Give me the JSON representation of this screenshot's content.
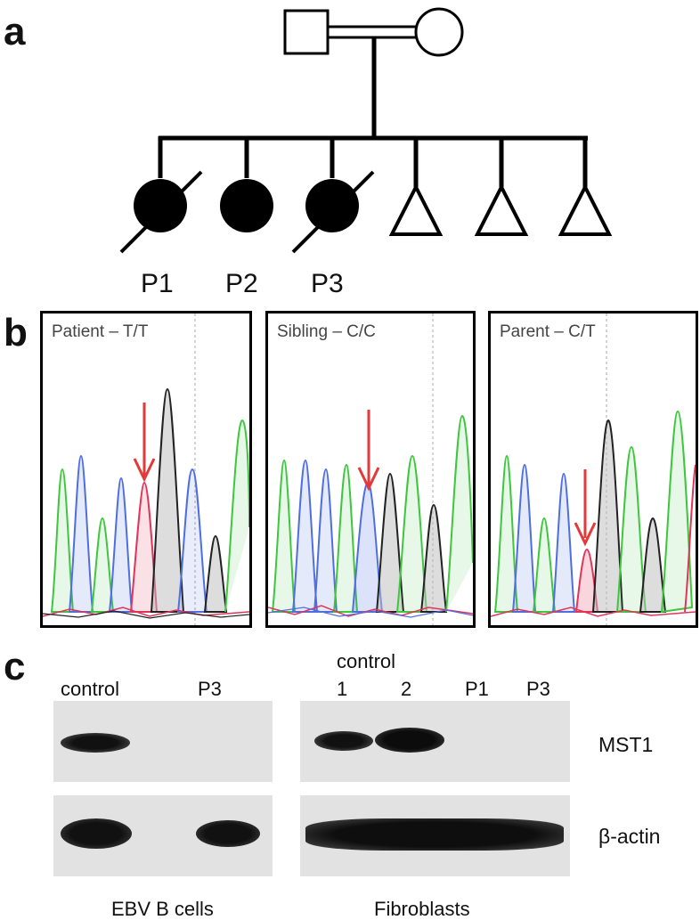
{
  "panels": {
    "a": {
      "letter": "a",
      "individuals": [
        "P1",
        "P2",
        "P3"
      ]
    },
    "b": {
      "letter": "b",
      "chromatograms": [
        {
          "title": "Patient – T/T"
        },
        {
          "title": "Sibling – C/C"
        },
        {
          "title": "Parent – C/T"
        }
      ]
    },
    "c": {
      "letter": "c",
      "left_blot": {
        "lanes": [
          "control",
          "P3"
        ],
        "caption": "EBV B cells"
      },
      "right_blot": {
        "header": "control",
        "lanes": [
          "1",
          "2",
          "P1",
          "P3"
        ],
        "caption": "Fibroblasts"
      },
      "rows": [
        "MST1",
        "β-actin"
      ]
    }
  },
  "colors": {
    "trace_green": "#3fc63f",
    "trace_blue": "#4f6fe0",
    "trace_red": "#e0345a",
    "trace_black": "#222222",
    "arrow": "#e23a3a"
  }
}
